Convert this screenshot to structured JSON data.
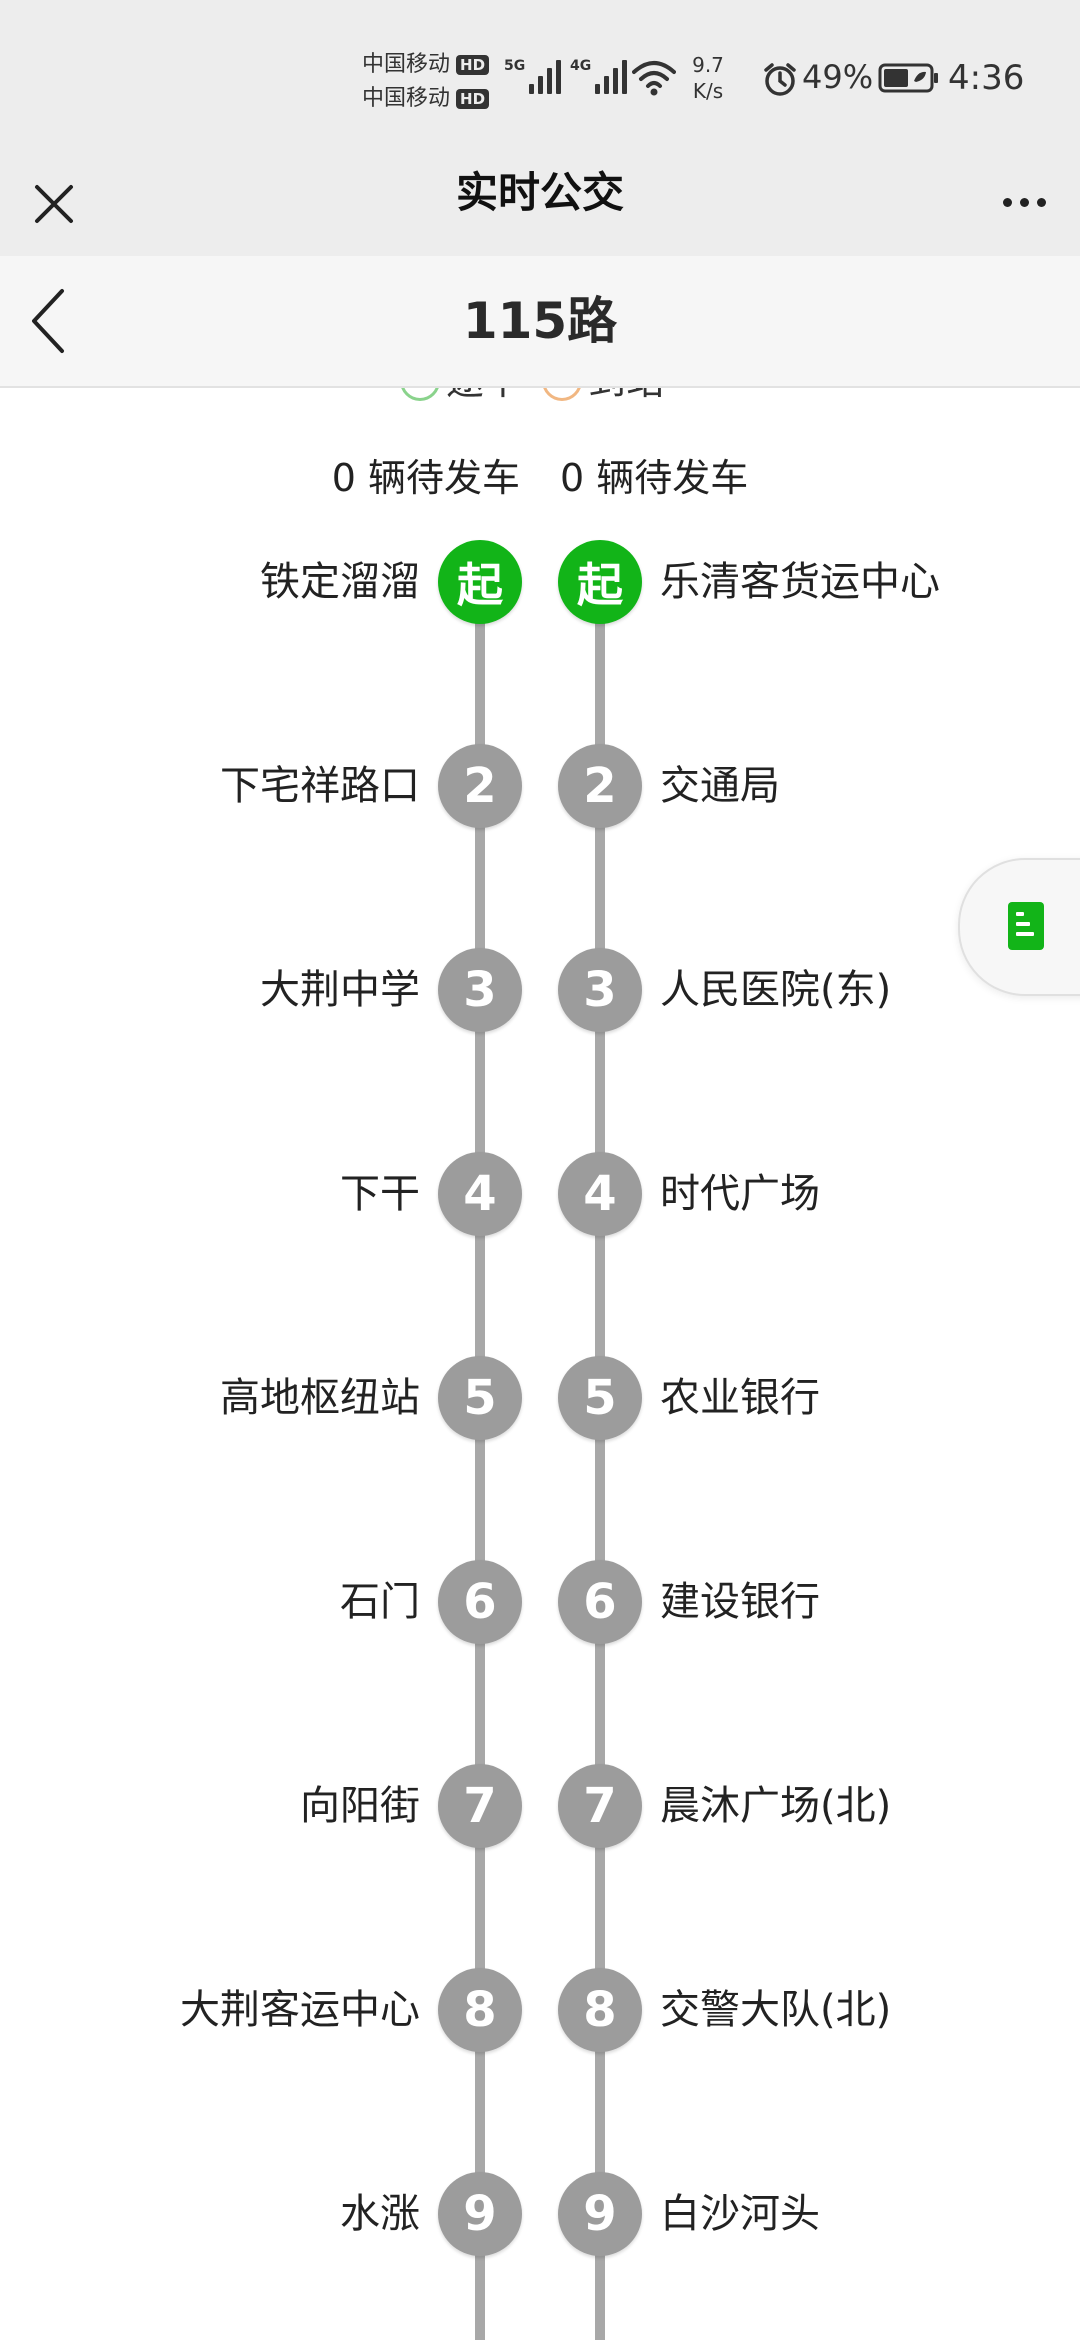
{
  "status_bar": {
    "carrier_1": "中国移动",
    "carrier_2": "中国移动",
    "hd_badge": "HD",
    "net_1": "5G",
    "net_2": "4G",
    "speed_value": "9.7",
    "speed_unit": "K/s",
    "battery": "49%",
    "time": "4:36"
  },
  "header": {
    "title": "实时公交"
  },
  "route": {
    "title": "115路"
  },
  "legend": {
    "in_transit": "途中",
    "arrived": "到站"
  },
  "left_direction": {
    "pending": "0 辆待发车",
    "stations": [
      {
        "badge": "起",
        "name": "铁定溜溜"
      },
      {
        "badge": "2",
        "name": "下宅祥路口"
      },
      {
        "badge": "3",
        "name": "大荆中学"
      },
      {
        "badge": "4",
        "name": "下干"
      },
      {
        "badge": "5",
        "name": "高地枢纽站"
      },
      {
        "badge": "6",
        "name": "石门"
      },
      {
        "badge": "7",
        "name": "向阳街"
      },
      {
        "badge": "8",
        "name": "大荆客运中心"
      },
      {
        "badge": "9",
        "name": "水涨"
      }
    ]
  },
  "right_direction": {
    "pending": "0 辆待发车",
    "stations": [
      {
        "badge": "起",
        "name": "乐清客货运中心"
      },
      {
        "badge": "2",
        "name": "交通局"
      },
      {
        "badge": "3",
        "name": "人民医院(东)"
      },
      {
        "badge": "4",
        "name": "时代广场"
      },
      {
        "badge": "5",
        "name": "农业银行"
      },
      {
        "badge": "6",
        "name": "建设银行"
      },
      {
        "badge": "7",
        "name": "晨沐广场(北)"
      },
      {
        "badge": "8",
        "name": "交警大队(北)"
      },
      {
        "badge": "9",
        "name": "白沙河头"
      }
    ]
  },
  "colors": {
    "start_badge": "#12b418",
    "station_badge": "#9c9c9c",
    "route_line": "#a8a8a8",
    "float_icon": "#12b418"
  },
  "icons": {
    "close": "close-icon",
    "more": "more-icon",
    "back": "chevron-left-icon",
    "float": "document-icon"
  }
}
